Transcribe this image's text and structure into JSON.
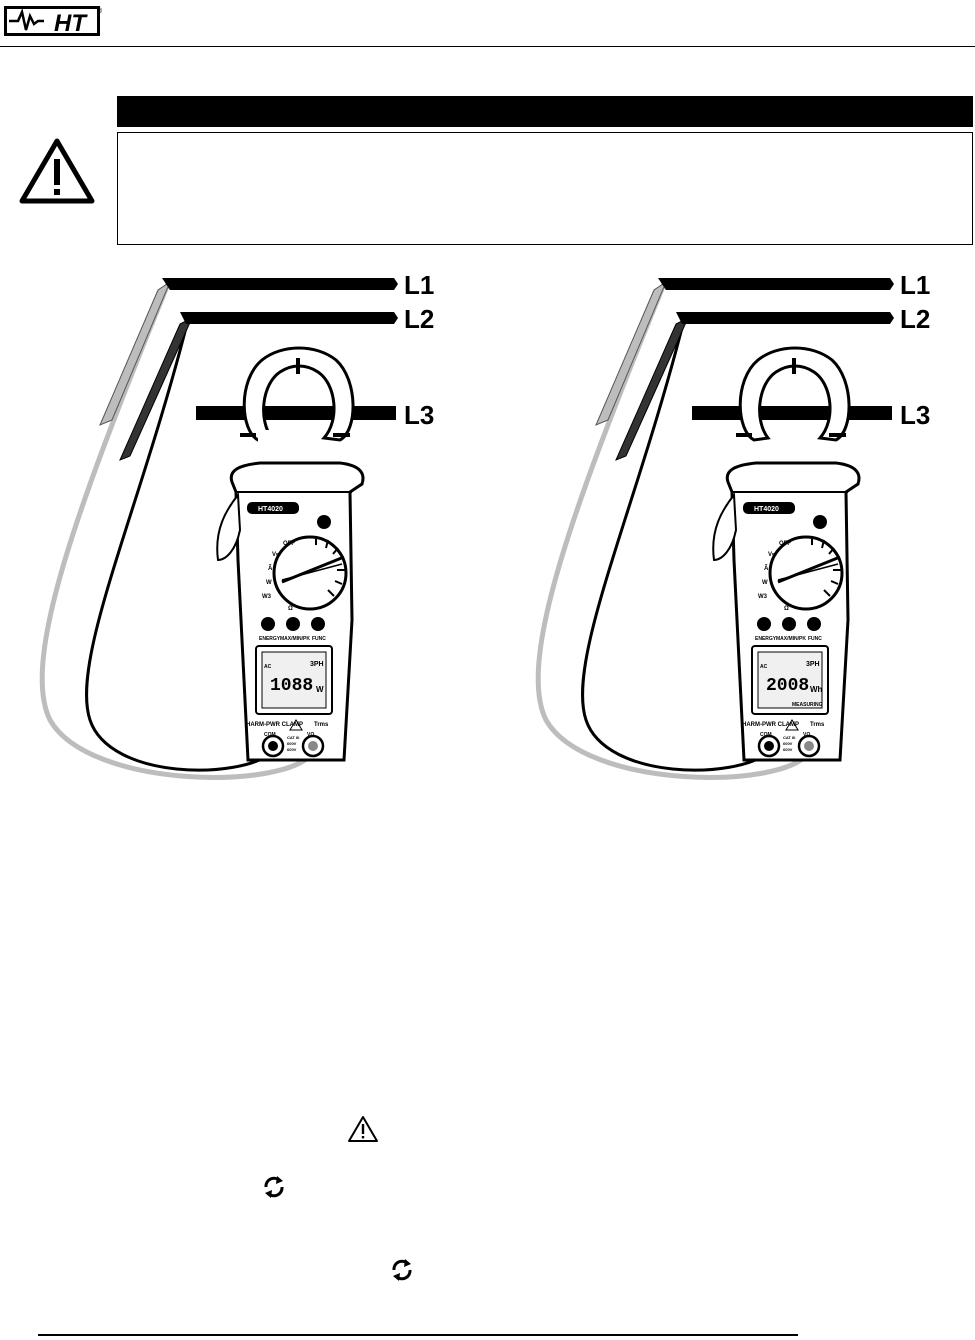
{
  "header": {
    "brand": "HT",
    "registered": "®"
  },
  "figure": {
    "phase_labels": [
      "L1",
      "L2",
      "L3"
    ],
    "left_meter": {
      "model": "HT4020",
      "dial": [
        "OFF",
        "V⎓",
        "Ã",
        "W",
        "W3",
        "Ω"
      ],
      "buttons": [
        "ENERGY",
        "MAX/MIN/PK",
        "FUNC"
      ],
      "lcd_mode": "AC",
      "lcd_reading": "1088",
      "lcd_phase": "3PH",
      "lcd_unit": "W",
      "measuring": "",
      "footer_title": "HARM-PWR CLAMP",
      "footer_trms": "Trms",
      "terminal_com": "COM",
      "terminal_v": "VΩ",
      "cat": "CAT III",
      "volt1": "600V",
      "volt2": "600V"
    },
    "right_meter": {
      "model": "HT4020",
      "dial": [
        "OFF",
        "V⎓",
        "Ã",
        "W",
        "W3",
        "Ω"
      ],
      "buttons": [
        "ENERGY",
        "MAX/MIN/PK",
        "FUNC"
      ],
      "lcd_mode": "AC",
      "lcd_reading": "2008",
      "lcd_phase": "3PH",
      "lcd_unit": "Wh",
      "measuring": "MEASURING",
      "footer_title": "HARM-PWR CLAMP",
      "footer_trms": "Trms",
      "terminal_com": "COM",
      "terminal_v": "VΩ",
      "cat": "CAT III",
      "volt1": "600V",
      "volt2": "600V"
    }
  },
  "icons": {
    "warning": "warning-triangle-icon",
    "rotate": "rotate-arrows-icon"
  },
  "colors": {
    "ink": "#000000",
    "lead_gray": "#bdbdbd",
    "paper": "#ffffff"
  }
}
